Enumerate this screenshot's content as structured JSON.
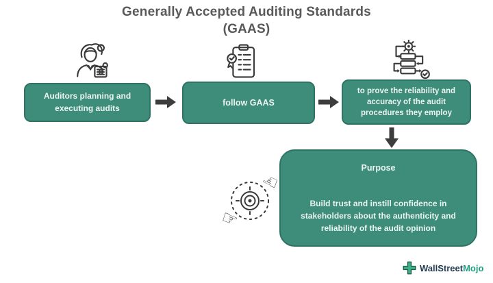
{
  "title": {
    "line1": "Generally Accepted Auditing Standards",
    "line2": "(GAAS)"
  },
  "flow": {
    "steps": [
      {
        "label": "Auditors planning and executing audits",
        "icon": "auditor-person-icon"
      },
      {
        "label": "follow GAAS",
        "icon": "certified-checklist-icon"
      },
      {
        "label": "to prove the reliability and accuracy of the audit procedures they employ",
        "icon": "process-flowchart-icon"
      }
    ]
  },
  "purpose": {
    "heading": "Purpose",
    "body": "Build trust and instill confidence in stakeholders about the authenticity and reliability of the audit opinion",
    "icon": "collaboration-target-icon"
  },
  "branding": {
    "name_part1": "WallStreet",
    "name_part2": "Mojo",
    "logo_icon": "wallstreetmojo-plus-icon"
  },
  "colors": {
    "box_fill": "#3E8C7A",
    "box_border": "#2E7365",
    "box_text": "#EAF5F1",
    "title_text": "#595959",
    "arrow": "#3D3D3D",
    "icon_stroke": "#3A3A3A",
    "logo_dark": "#233B52",
    "logo_green": "#21A083"
  }
}
